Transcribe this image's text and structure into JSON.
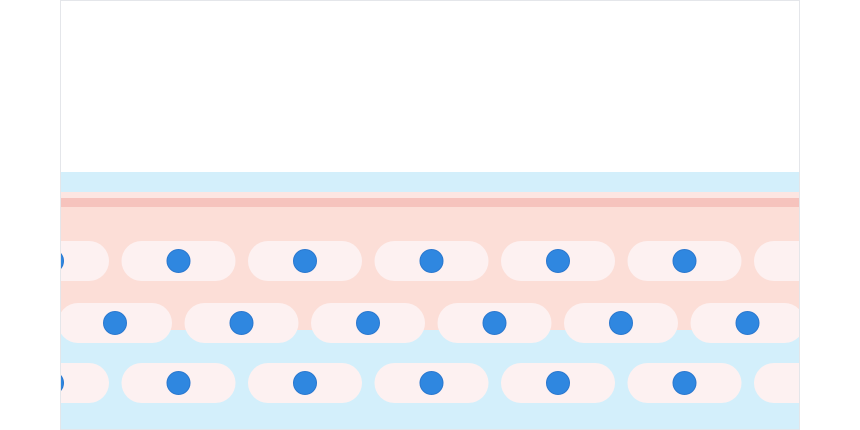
{
  "diagram": {
    "frame_stroke": "#e4e6ea",
    "background": "#ffffff",
    "layers": {
      "outer_fluid": "#d3effb",
      "pale_band": "#fde6e2",
      "membrane_line": "#f6c3bd",
      "tissue": "#fcded7",
      "lower_fluid": "#d3effb"
    },
    "cell_body_color": "#fdf1f1",
    "nucleus_color": "#2f87e0",
    "nucleus_outline": "#2a78cf",
    "cell_rows": [
      {
        "name": "top-row",
        "cells_per_row": 7
      },
      {
        "name": "middle-row",
        "cells_per_row": 6
      },
      {
        "name": "bottom-row",
        "cells_per_row": 7
      }
    ]
  }
}
